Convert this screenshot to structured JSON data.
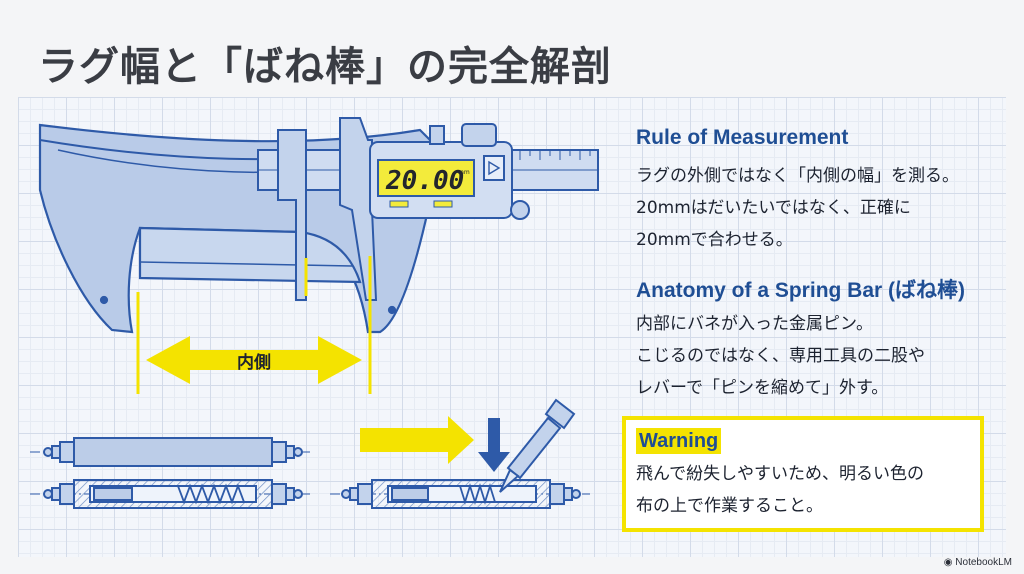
{
  "title": "ラグ幅と「ばね棒」の完全解剖",
  "diagram": {
    "caliper_reading": "20.00",
    "caliper_unit": "mm",
    "inner_width_label": "内側"
  },
  "sections": {
    "measurement": {
      "heading": "Rule of Measurement",
      "lines": [
        "ラグの外側ではなく「内側の幅」を測る。",
        "20mmはだいたいではなく、正確に",
        "20mmで合わせる。"
      ]
    },
    "anatomy": {
      "heading": "Anatomy of a Spring Bar (ばね棒)",
      "lines": [
        "内部にバネが入った金属ピン。",
        "こじるのではなく、専用工具の二股や",
        "レバーで「ピンを縮めて」外す。"
      ]
    },
    "warning": {
      "heading": "Warning",
      "lines": [
        "飛んで紛失しやすいため、明るい色の",
        "布の上で作業すること。"
      ]
    }
  },
  "footer": "NotebookLM",
  "colors": {
    "accent_blue": "#1f4e94",
    "highlight_yellow": "#f4e300",
    "line_blue": "#2e5aa8"
  }
}
